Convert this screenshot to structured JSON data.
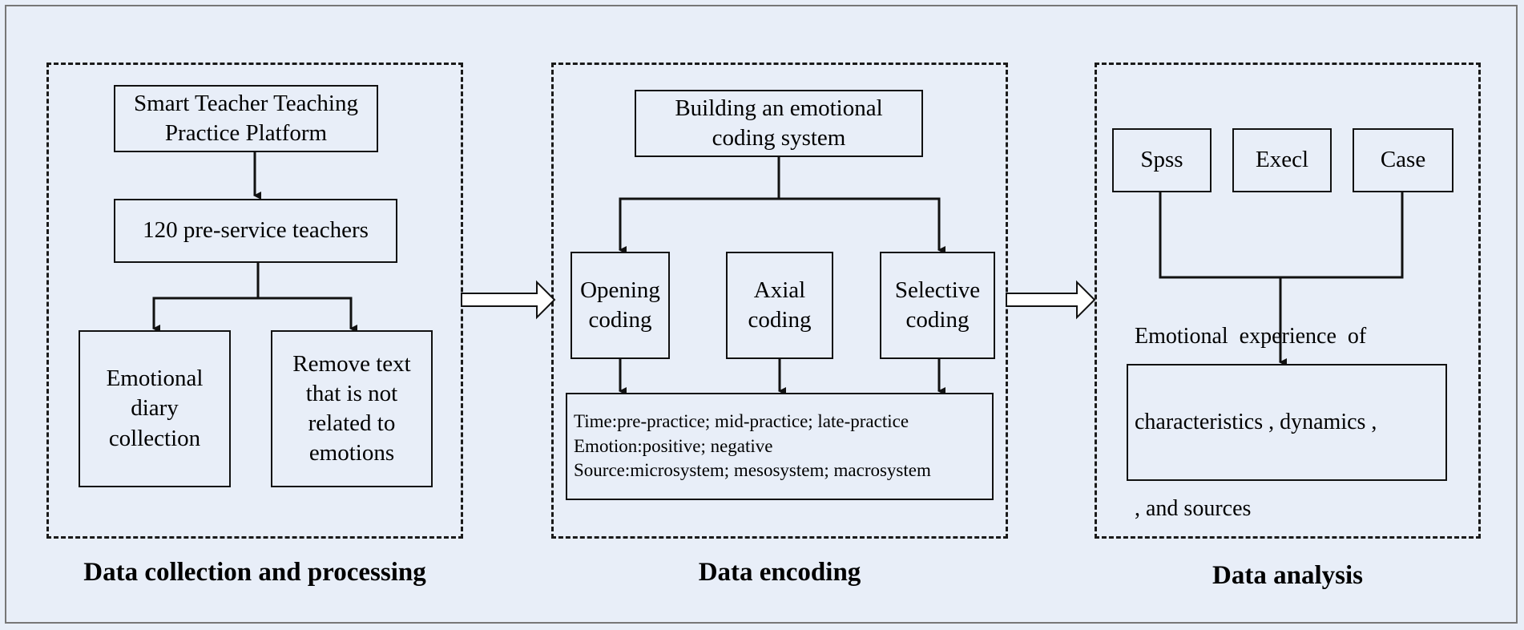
{
  "panels": {
    "collection": {
      "caption": "Data collection and processing",
      "platform": [
        "Smart Teacher Teaching",
        "Practice Platform"
      ],
      "teachers": "120 pre-service teachers",
      "diary": [
        "Emotional",
        "diary",
        "collection"
      ],
      "remove": [
        "Remove text",
        "that is not",
        "related to",
        "emotions"
      ]
    },
    "encoding": {
      "caption": "Data encoding",
      "system": [
        "Building an emotional",
        "coding system"
      ],
      "opening": [
        "Opening",
        "coding"
      ],
      "axial": [
        "Axial",
        "coding"
      ],
      "selective": [
        "Selective",
        "coding"
      ],
      "result": [
        "Time:pre-practice; mid-practice; late-practice",
        "Emotion:positive; negative",
        "Source:microsystem; mesosystem; macrosystem"
      ]
    },
    "analysis": {
      "caption": "Data analysis",
      "spss": "Spss",
      "execl": "Execl",
      "case": "Case",
      "result": [
        "Emotional  experience  of",
        "characteristics , dynamics ,",
        ", and sources"
      ]
    }
  },
  "colors": {
    "background": "#e8eef8",
    "line": "#111111",
    "frame": "#777777"
  }
}
